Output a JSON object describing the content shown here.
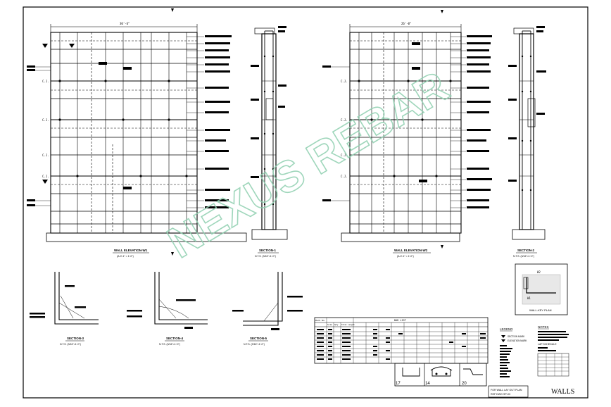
{
  "sheet": {
    "title": "WALLS",
    "watermark": "NEXUS REBAR",
    "border_color": "#000000",
    "watermark_color": "#8fd0b0"
  },
  "elevations": [
    {
      "id": "elev-left",
      "label": "WALL ELEVATION-W1",
      "scale": "(A-0'-1\" = 1'-0\")",
      "gridlines": [
        "C.J.",
        "C.J.",
        "C.J.",
        "C.J."
      ]
    },
    {
      "id": "elev-right",
      "label": "WALL ELEVATION-W2",
      "scale": "(A-0'-1\" = 1'-0\")",
      "gridlines": [
        "C.J.",
        "C.J.",
        "C.J.",
        "C.J."
      ]
    }
  ],
  "sections": [
    {
      "id": "sec-1",
      "label": "SECTION-1",
      "scale": "N.T.S. (3/16\"=1'-0\")"
    },
    {
      "id": "sec-2",
      "label": "SECTION-2",
      "scale": "N.T.S. (3/16\"=1'-0\")"
    },
    {
      "id": "sec-3",
      "label": "SECTION-3",
      "scale": "N.T.S. (3/16\"=1'-0\")"
    },
    {
      "id": "sec-4",
      "label": "SECTION-4",
      "scale": "N.T.S. (3/16\"=1'-0\")"
    },
    {
      "id": "sec-5",
      "label": "SECTION-5",
      "scale": "N.T.S. (3/16\"=1'-0\")"
    }
  ],
  "key_plan": {
    "label": "WALL-KEY PLAN",
    "marks": [
      "W2",
      "W1"
    ]
  },
  "bar_schedule": {
    "title": "BAR LIST",
    "header": [
      "Mark No.",
      "Size",
      "Qty",
      "Total Length"
    ],
    "row_count": 8
  },
  "bend_shapes": [
    "17",
    "14",
    "20"
  ],
  "legend": {
    "title": "LEGEND",
    "items": [
      "SECTION MARK",
      "ELEVATION MARK"
    ]
  },
  "notes": {
    "title": "NOTES",
    "lap_schedule_title": "LAP SCHEDULE"
  },
  "ref_box": {
    "line1": "FOR WALL LAY OUT PLAN",
    "line2": "REF DWG SP-03"
  }
}
